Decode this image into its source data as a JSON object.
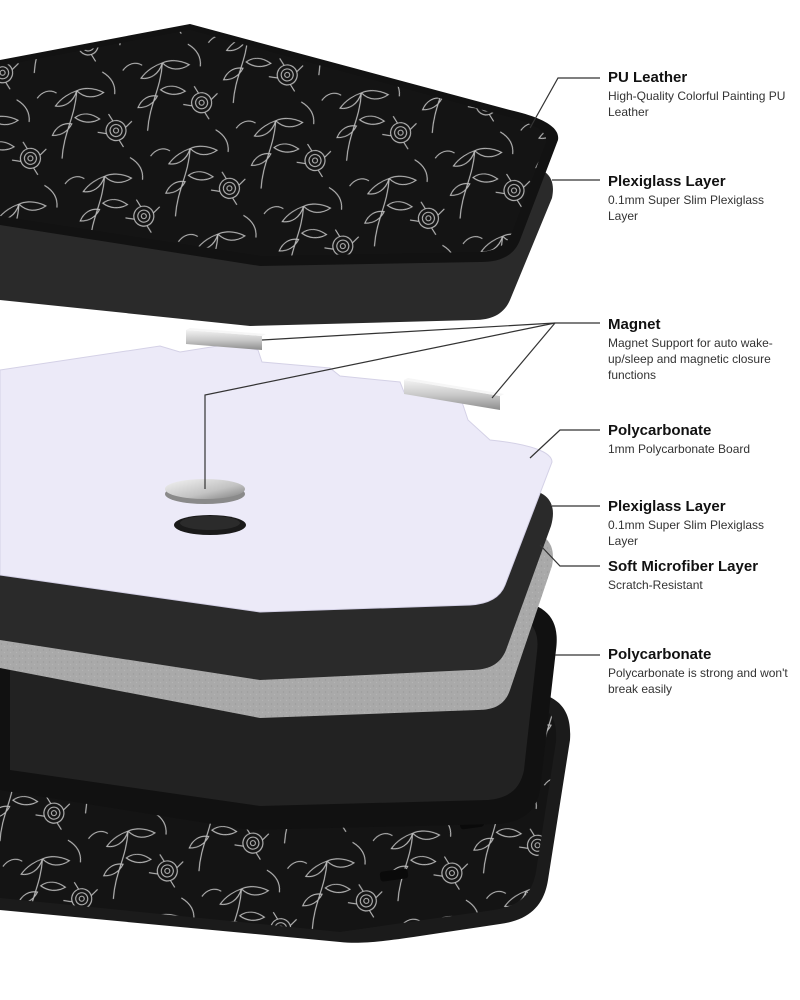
{
  "colors": {
    "leather": "#141414",
    "leather_pattern": "#d8d8d8",
    "plexiglass": "#2a2a2a",
    "polycarbonate_board": "#eceaf8",
    "microfiber": "#a9a9a9",
    "shell": "#1b1b1b",
    "magnet": "#c9c9c9",
    "leader_line": "#333333"
  },
  "icons": [
    "leaf-pattern-icon",
    "flower-pattern-icon"
  ],
  "layers": [
    {
      "title": "PU Leather",
      "description": "High-Quality Colorful Painting PU Leather"
    },
    {
      "title": "Plexiglass Layer",
      "description": "0.1mm Super Slim Plexiglass Layer"
    },
    {
      "title": "Magnet",
      "description": "Magnet Support for auto wake-up/sleep and magnetic closure functions"
    },
    {
      "title": "Polycarbonate",
      "description": "1mm Polycarbonate Board"
    },
    {
      "title": "Plexiglass Layer",
      "description": "0.1mm Super Slim Plexiglass Layer"
    },
    {
      "title": "Soft Microfiber Layer",
      "description": "Scratch-Resistant"
    },
    {
      "title": "Polycarbonate",
      "description": "Polycarbonate is strong and won't break easily"
    }
  ]
}
